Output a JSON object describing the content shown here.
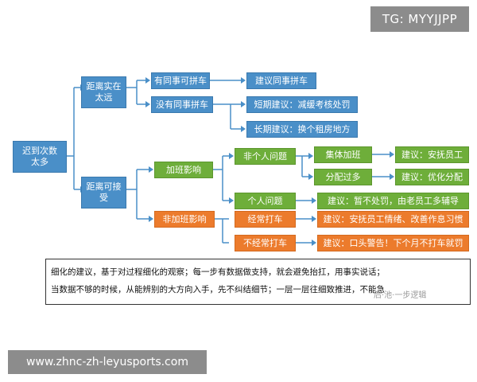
{
  "badge_top": "TG: MYYJJPP",
  "badge_bottom": "www.zhnc-zh-leyusports.com",
  "watermark": "后·池·一步逻辑",
  "nodes": {
    "root": "迟到次数太多",
    "far": "距离实在太远",
    "near": "距离可接受",
    "has_colleague": "有同事可拼车",
    "suggest_carpool": "建议同事拼车",
    "no_colleague": "没有同事拼车",
    "short_term": "短期建议：减缓考核处罚",
    "long_term": "长期建议：换个租房地方",
    "overtime": "加班影响",
    "non_overtime": "非加班影响",
    "non_personal": "非个人问题",
    "personal": "个人问题",
    "group_overtime": "集体加班",
    "over_assigned": "分配过多",
    "suggest_comfort": "建议：安抚员工",
    "suggest_optimize": "建议：优化分配",
    "suggest_mentor": "建议：暂不处罚，由老员工多辅导",
    "frequent": "经常打车",
    "infrequent": "不经常打车",
    "suggest_emotion": "建议：安抚员工情绪、改善作息习惯",
    "suggest_warning": "建议：口头警告！下个月不打车就罚"
  },
  "note": {
    "line1": "细化的建议，基于对过程细化的观察；每一步有数据做支持，就会避免抬扛，用事实说话；",
    "line2": "当数据不够的时候，从能辨别的大方向入手，先不纠结细节；一层一层往细致推进，不能急"
  },
  "colors": {
    "blue": "#4a8fc8",
    "green": "#6eae3a",
    "orange": "#ec7b2c",
    "connector": "#4a8fc8"
  }
}
